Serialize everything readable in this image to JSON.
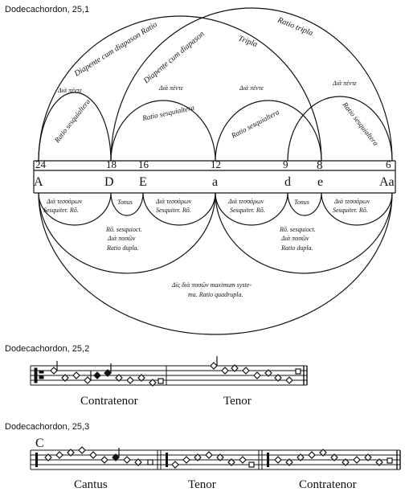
{
  "captions": {
    "fig1": "Dodecachordon, 25,1",
    "fig2": "Dodecachordon, 25,2",
    "fig3": "Dodecachordon, 25,3"
  },
  "diagram": {
    "numbers": [
      "24",
      "18",
      "16",
      "12",
      "9",
      "8",
      "6"
    ],
    "letters": [
      "A",
      "D",
      "E",
      "a",
      "d",
      "e",
      "Aa"
    ],
    "upper_labels": {
      "diapente_diapason_ratio": "Diapente cum diapason Ratio",
      "diapente_diapason": "Diapente cum diapason",
      "tripla": "Tripla",
      "ratio_tripla": "Ratio tripla",
      "dia_pente_1": "Διὰ πέντε",
      "dia_pente_2": "Διὰ πέντε",
      "dia_pente_3": "Διὰ πέντε",
      "dia_pente_4": "Διὰ πέντε",
      "sesq_1": "Ratio sesquialtera",
      "sesq_2": "Ratio sesquialtera",
      "sesq_3": "Ratio sesquialtera",
      "sesq_4": "Ratio sesquialtera"
    },
    "lower_labels": {
      "dia_tess_1": "Διὰ τεσσάρων",
      "sesquiter_1": "Sesquiter. Rō.",
      "tonus_1": "Tonus",
      "dia_tess_2": "Διὰ τεσσάρων",
      "sesquiter_2": "Sesquiter. Rō.",
      "dia_tess_3": "Διὰ τεσσάρων",
      "sesquiter_3": "Sesquiter. Rō.",
      "tonus_2": "Tonus",
      "dia_tess_4": "Διὰ τεσσάρων",
      "sesquiter_4": "Sesquiter. Rō.",
      "rosesq_1": "Rō. sesquioct.",
      "dia_pason_1": "Διὰ πασῶν",
      "ratio_dupla_1": "Ratio dupla.",
      "rosesq_2": "Rō. sesquioct.",
      "dia_pason_2": "Διὰ πασῶν",
      "ratio_dupla_2": "Ratio dupla.",
      "bottom_line1": "Δὶς διὰ πασῶν maximum syste-",
      "bottom_line2": "ma. Ratio quadrupla."
    }
  },
  "staff2": {
    "voices": [
      "Contratenor",
      "Tenor"
    ]
  },
  "staff3": {
    "voices": [
      "Cantus",
      "Tenor",
      "Contratenor"
    ]
  }
}
